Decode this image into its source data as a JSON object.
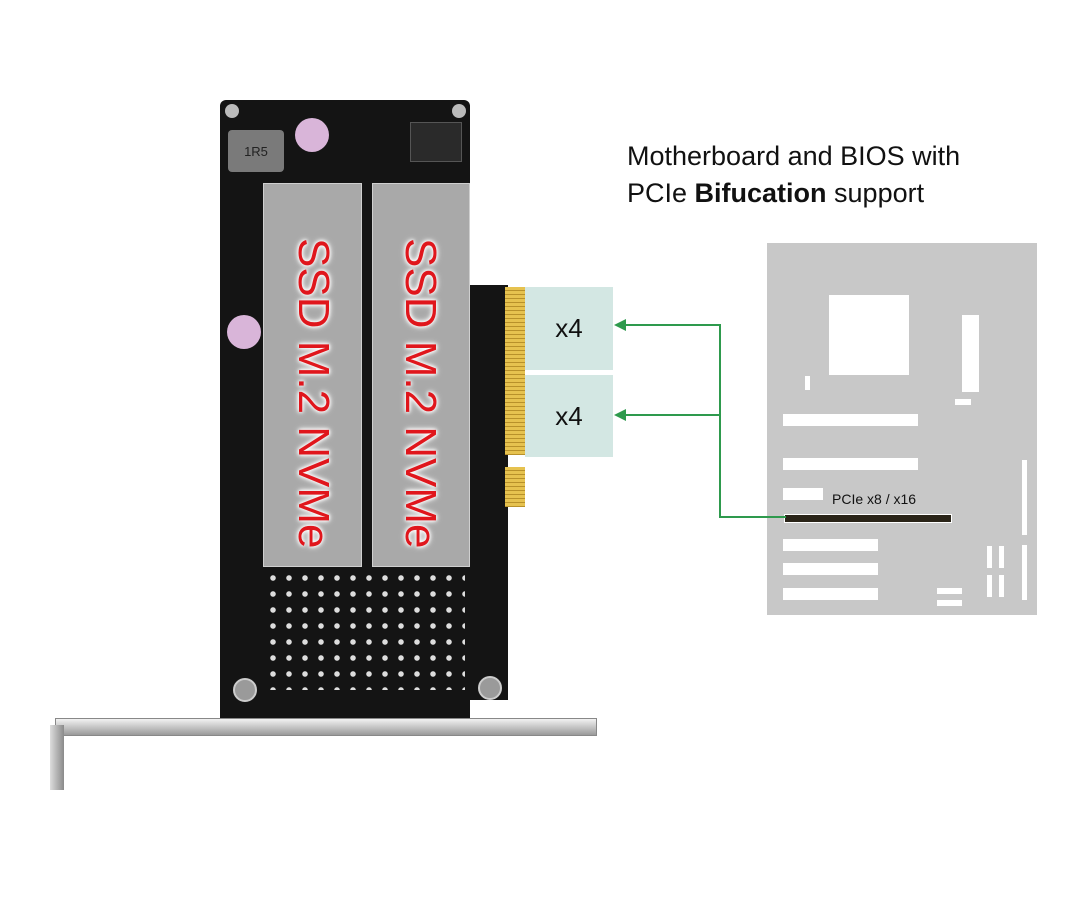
{
  "heading": {
    "line1": "Motherboard and BIOS with",
    "line2_prefix": "PCIe ",
    "line2_bold": "Bifucation",
    "line2_suffix": " support"
  },
  "card": {
    "ssd_labels": [
      "SSD M.2 NVMe",
      "SSD M.2 NVMe"
    ],
    "inductor_label": "1R5"
  },
  "lanes": [
    {
      "label": "x4"
    },
    {
      "label": "x4"
    }
  ],
  "motherboard": {
    "slot_label": "PCIe x8 / x16"
  },
  "colors": {
    "arrow": "#2e9a4d",
    "lane_box": "#d3e7e3",
    "ssd_text": "#e0161c",
    "motherboard": "#c8c8c8"
  }
}
